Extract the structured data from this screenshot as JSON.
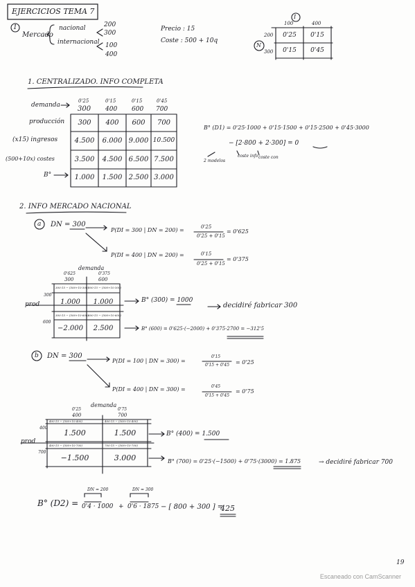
{
  "title": "EJERCICIOS TEMA 7",
  "ex1": {
    "number": "1",
    "mercado": "Mercado",
    "nacional": "nacional",
    "nacional_vals": [
      "200",
      "300"
    ],
    "internacional": "internacional",
    "internacional_vals": [
      "100",
      "400"
    ],
    "precio": "Precio : 15",
    "coste": "Coste : 500 + 10q",
    "matrix": {
      "col_label": "I",
      "row_label": "N",
      "cols": [
        "100",
        "400"
      ],
      "rows": [
        "200",
        "300"
      ],
      "cells": [
        [
          "0'25",
          "0'15"
        ],
        [
          "0'15",
          "0'45"
        ]
      ]
    }
  },
  "sec1": {
    "heading": "1. CENTRALIZADO. INFO COMPLETA",
    "demanda": "demanda",
    "probs": [
      "0'25",
      "0'15",
      "0'15",
      "0'45"
    ],
    "demands": [
      "300",
      "400",
      "600",
      "700"
    ],
    "row_labels": [
      "producción",
      "(x15) ingresos",
      "(500+10x) costes",
      "B°"
    ],
    "rows": [
      [
        "300",
        "400",
        "600",
        "700"
      ],
      [
        "4.500",
        "6.000",
        "9.000",
        "10.500"
      ],
      [
        "3.500",
        "4.500",
        "6.500",
        "7.500"
      ],
      [
        "1.000",
        "1.500",
        "2.500",
        "3.000"
      ]
    ],
    "formula_main": "B° (D1) = 0'25·1000 + 0'15·1500 + 0'15·2500 + 0'45·3000",
    "formula_sub": "− [2·800 + 2·300]  =  0",
    "note_1": "coste info",
    "note_2": "coste con",
    "note_3": "2 modelos"
  },
  "sec2": {
    "heading": "2. INFO MERCADO NACIONAL",
    "a": {
      "label": "a",
      "dn": "DN = 300",
      "p1": "P(DI = 300 | DN = 200) =",
      "p1_num": "0'25",
      "p1_den": "0'25 + 0'15",
      "p1_res": "= 0'625",
      "p2": "P(DI = 400 | DN = 200) =",
      "p2_num": "0'15",
      "p2_den": "0'25 + 0'15",
      "p2_res": "= 0'375",
      "demanda": "demanda",
      "cols_prob": [
        "0'625",
        "0'375"
      ],
      "cols": [
        "300",
        "600"
      ],
      "prod": "prod",
      "rows": [
        "300",
        "600"
      ],
      "small": [
        [
          "300·15 − (500+10·300)",
          "300·15 − (500+10·300)"
        ],
        [
          "300·15 − (500+10·600)",
          "600·15 − (500+10·600)"
        ]
      ],
      "cells": [
        [
          "1.000",
          "1.000"
        ],
        [
          "−2.000",
          "2.500"
        ]
      ],
      "b300": "B° (300) = 1000",
      "decide": "decidiré fabricar 300",
      "b600": "B° (600) = 0'625·(−2000) + 0'375·2700 = −312'5"
    },
    "b": {
      "label": "b",
      "dn": "DN = 300",
      "p1": "P(DI = 100 | DN = 300) =",
      "p1_num": "0'15",
      "p1_den": "0'15 + 0'45",
      "p1_res": "= 0'25",
      "p2": "P(DI = 400 | DN = 300) =",
      "p2_num": "0'45",
      "p2_den": "0'15 + 0'45",
      "p2_res": "= 0'75",
      "demanda": "demanda",
      "cols_prob": [
        "0'25",
        "0'75"
      ],
      "cols": [
        "400",
        "700"
      ],
      "prod": "prod",
      "rows": [
        "400",
        "700"
      ],
      "small": [
        [
          "400·15 − (500+10·400)",
          "400·15 − (500+10·400)"
        ],
        [
          "400·15 − (500+10·700)",
          "700·15 − (500+10·700)"
        ]
      ],
      "cells": [
        [
          "1.500",
          "1.500"
        ],
        [
          "−1.500",
          "3.000"
        ]
      ],
      "b400": "B° (400) = 1.500",
      "b700": "B° (700) = 0'25·(−1500) + 0'75·(3000) = 1.875",
      "decide": "→ decidiré fabricar 700"
    },
    "final_left": "B° (D2) =",
    "final_t1_top": "DN = 200",
    "final_t1": "0'4 · 1000",
    "final_t2_top": "DN = 300",
    "final_t2": "0'6 · 1875",
    "final_rest": "− [ 800 + 300 ] =",
    "final_result": "425"
  },
  "page_number": "19",
  "footer": "Escaneado con CamScanner"
}
